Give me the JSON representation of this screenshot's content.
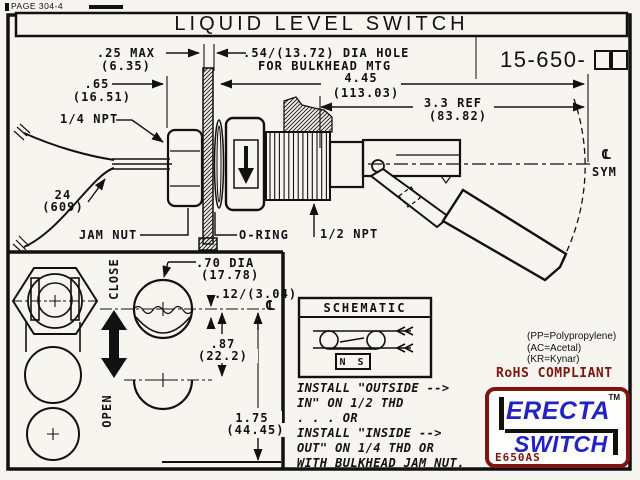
{
  "page": {
    "label": "PAGE 304-4",
    "title": "LIQUID LEVEL SWITCH",
    "part_number": "15-650-"
  },
  "dims": {
    "d25": {
      "a": ".25 MAX",
      "b": "(6.35)"
    },
    "hole": {
      "a": ".54/(13.72) DIA HOLE",
      "b": "FOR BULKHEAD MTG"
    },
    "d65": {
      "a": ".65",
      "b": "(16.51)"
    },
    "d445": {
      "a": "4.45",
      "b": "(113.03)"
    },
    "d33": {
      "a": "3.3 REF",
      "b": "(83.82)"
    },
    "wire": {
      "a": "24",
      "b": "(609)"
    },
    "npt14": "1/4 NPT",
    "jam_nut": "JAM NUT",
    "o_ring": "O-RING",
    "npt12": "1/2 NPT",
    "cl": "CL",
    "sym": "SYM"
  },
  "detail": {
    "close": "CLOSE",
    "open": "OPEN",
    "d70": {
      "a": ".70 DIA",
      "b": "(17.78)"
    },
    "d12": ".12/(3.04)",
    "d87": {
      "a": ".87",
      "b": "(22.2)"
    },
    "d175": {
      "a": "1.75",
      "b": "(44.45)"
    },
    "cl": "CL"
  },
  "schematic": {
    "title": "SCHEMATIC",
    "magnet": "N S"
  },
  "notes": [
    "INSTALL \"OUTSIDE -->",
    "IN\" ON 1/2 THD",
    ". . . OR",
    "INSTALL \"INSIDE -->",
    "OUT\" ON 1/4 THD OR",
    "WITH BULKHEAD JAM NUT."
  ],
  "materials": [
    "(PP=Polypropylene)",
    "(AC=Acetal)",
    "(KR=Kynar)"
  ],
  "rohs": "RoHS COMPLIANT",
  "logo": {
    "line1": "ERECTA",
    "line2": "SWITCH",
    "tm": "TM",
    "code": "E650AS"
  },
  "colors": {
    "ink": "#111111",
    "paper": "#f7f5f0",
    "maroon": "#7e1511",
    "blue": "#2323c4"
  }
}
